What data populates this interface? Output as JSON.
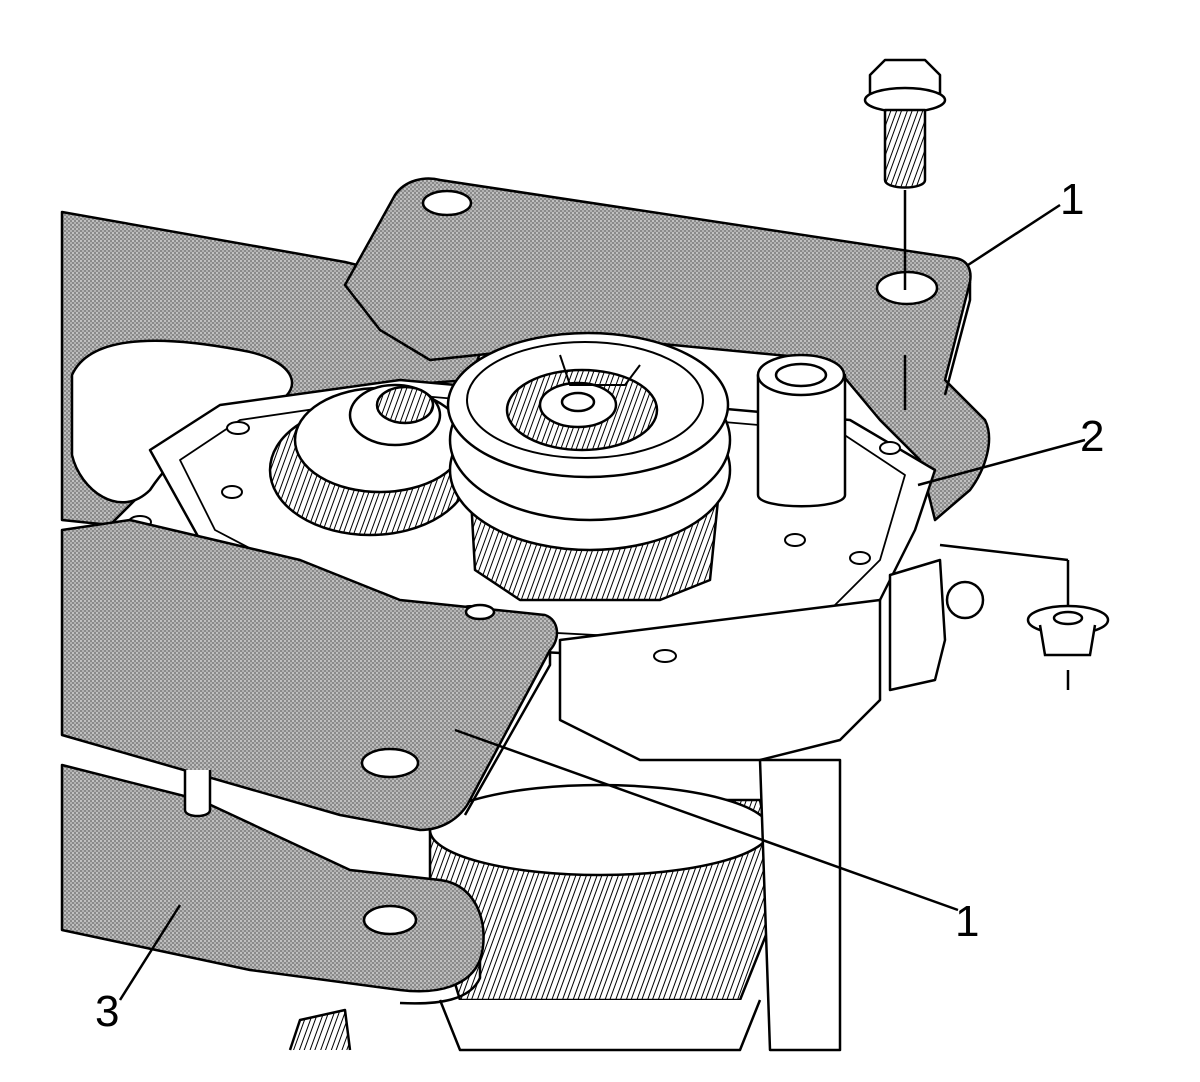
{
  "callouts": [
    {
      "id": "c1a",
      "text": "1"
    },
    {
      "id": "c2",
      "text": "2"
    },
    {
      "id": "c1b",
      "text": "1"
    },
    {
      "id": "c3",
      "text": "3"
    }
  ],
  "colors": {
    "line": "#000000",
    "hatch_bg": "#7f7f7f",
    "hatch_dot": "#e6e6e6",
    "paper": "#ffffff"
  }
}
